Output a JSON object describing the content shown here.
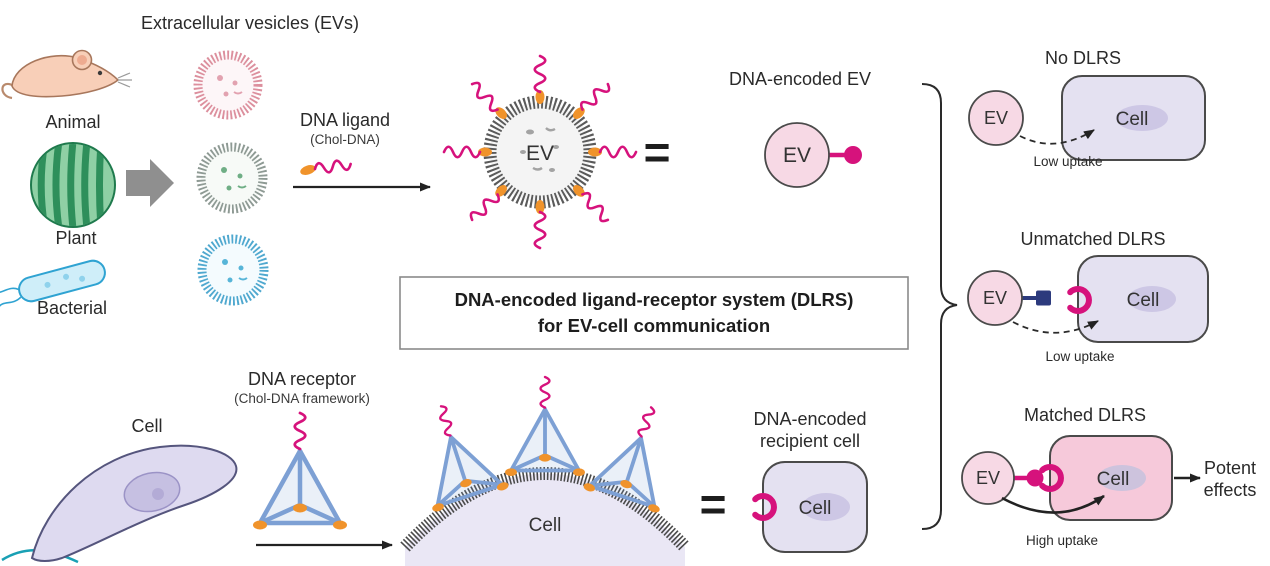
{
  "header": {
    "title": "Extracellular vesicles (EVs)"
  },
  "sources": {
    "animal": {
      "label": "Animal"
    },
    "plant": {
      "label": "Plant"
    },
    "bacterial": {
      "label": "Bacterial"
    }
  },
  "ligand": {
    "label": "DNA ligand",
    "sublabel": "(Chol-DNA)"
  },
  "big_ev": {
    "label": "EV"
  },
  "equals_sign": "=",
  "encoded_ev": {
    "title": "DNA-encoded EV",
    "ev_label": "EV"
  },
  "dlrs_box": {
    "line1": "DNA-encoded ligand-receptor system (DLRS)",
    "line2": "for EV-cell communication"
  },
  "receptor": {
    "label": "DNA receptor",
    "sublabel": "(Chol-DNA framework)"
  },
  "cell": {
    "label": "Cell"
  },
  "membrane": {
    "label": "Cell"
  },
  "recipient": {
    "title_line1": "DNA-encoded",
    "title_line2": "recipient cell",
    "cell_label": "Cell"
  },
  "scenarios": {
    "no_dlrs": {
      "title": "No DLRS",
      "ev": "EV",
      "cell": "Cell",
      "uptake": "Low uptake"
    },
    "unmatched": {
      "title": "Unmatched DLRS",
      "ev": "EV",
      "cell": "Cell",
      "uptake": "Low uptake"
    },
    "matched": {
      "title": "Matched DLRS",
      "ev": "EV",
      "cell": "Cell",
      "uptake": "High uptake",
      "effect_line1": "Potent",
      "effect_line2": "effects"
    }
  },
  "colors": {
    "magenta": "#d6127c",
    "orange": "#f0932b",
    "navy": "#2c3a7d",
    "ev_pink": "#f7d9e5",
    "cell_lavender": "#e4e1f1",
    "cell_pink": "#f6c9da",
    "tetra_blue": "#7da0d4",
    "membrane_gray": "#4a4a4a",
    "plant_green": "#6fae85",
    "bacteria_blue": "#2fa3d2",
    "animal_pink": "#dc8f9d"
  }
}
